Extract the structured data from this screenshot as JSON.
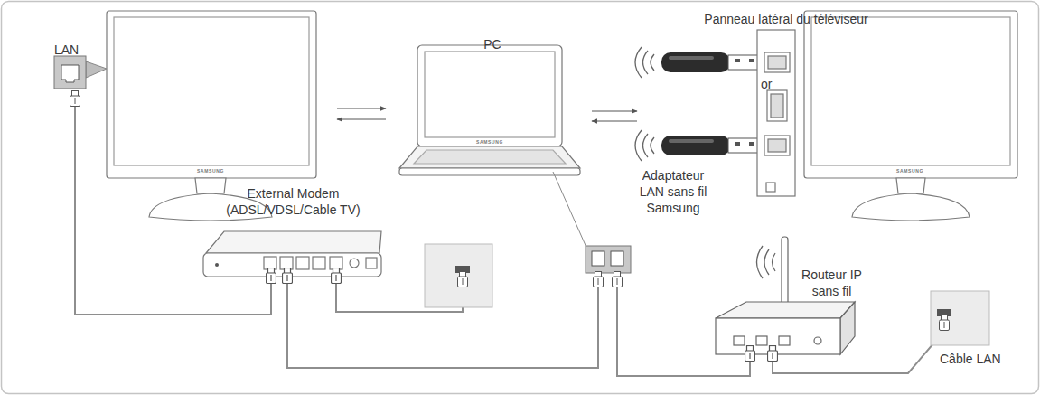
{
  "diagram": {
    "nodes": [
      {
        "text": [
          "LAN"
        ]
      },
      {
        "text": [
          "PC"
        ]
      },
      {
        "text": [
          "Panneau latéral du téléviseur"
        ]
      },
      {
        "text": [
          "External Modem (ADSL/VDSL/Cable TV)"
        ]
      },
      {
        "text": [
          "Routeur IP sans fil"
        ]
      }
    ],
    "edges": [
      {
        "from": 0,
        "to": 1,
        "arrow": "both"
      },
      {
        "from": 1,
        "to": 2,
        "arrow": "both"
      },
      {
        "from": 0,
        "to": 3,
        "arrow": "none"
      },
      {
        "from": 3,
        "to": 1,
        "arrow": "none"
      },
      {
        "from": 1,
        "to": 4,
        "arrow": "none"
      }
    ],
    "labels": [
      "or",
      "Adaptateur LAN sans fil Samsung",
      "Câble LAN",
      "SAMSUNG",
      "SAMSUNG",
      "SAMSUNG"
    ]
  }
}
